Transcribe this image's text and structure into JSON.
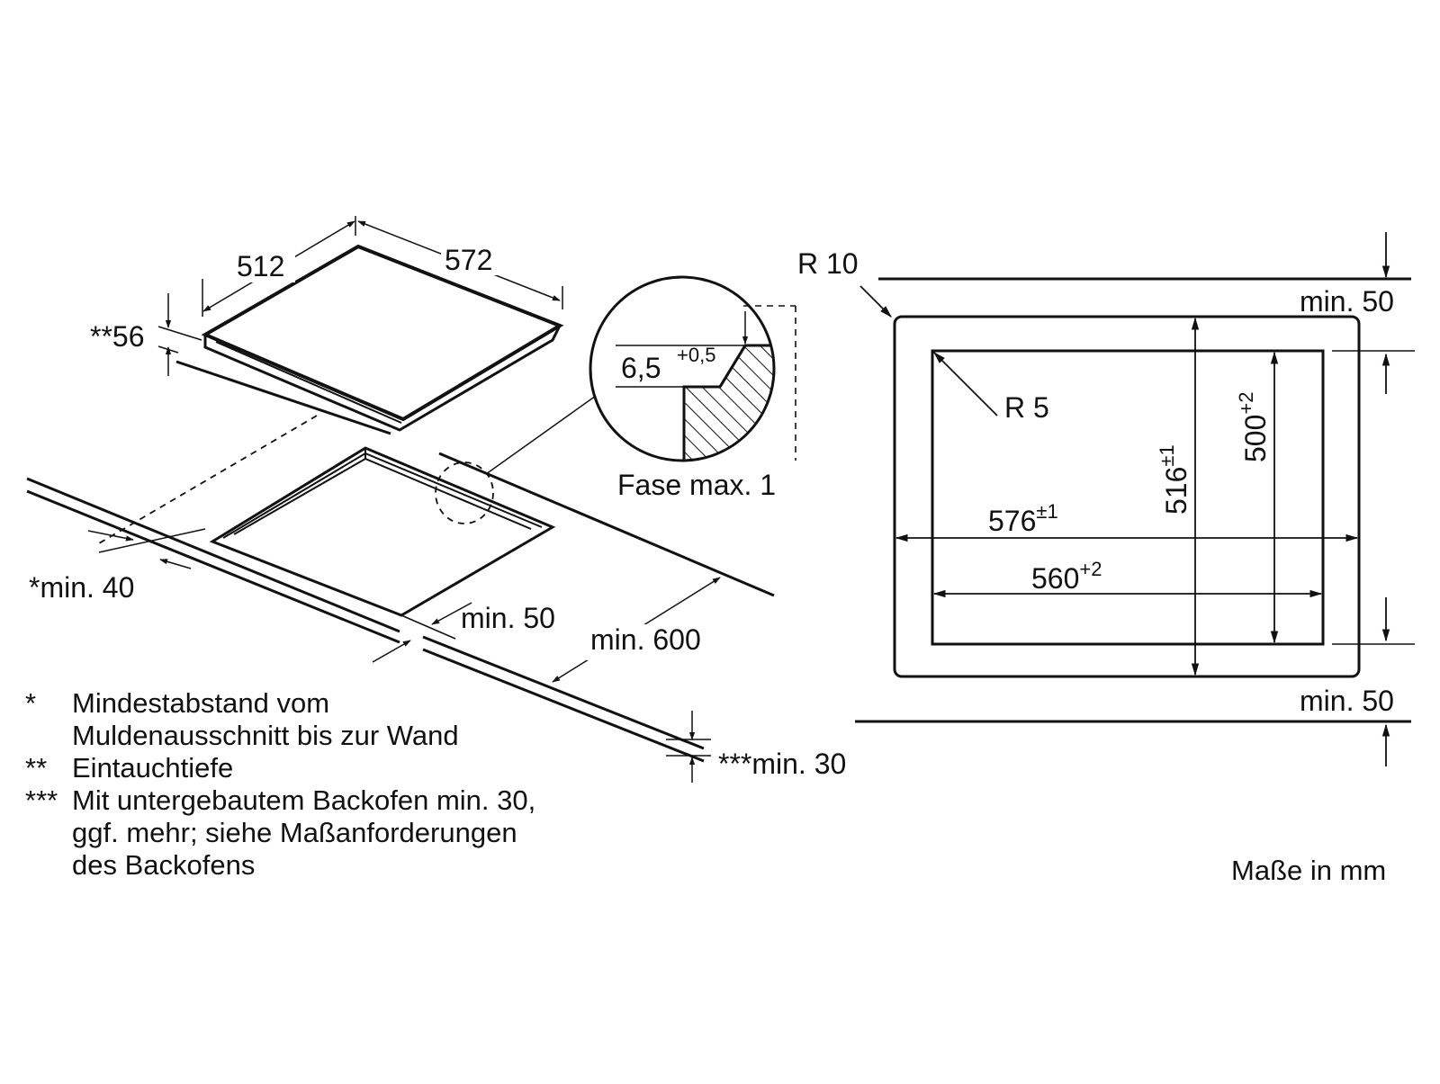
{
  "colors": {
    "ink": "#111111",
    "paper": "#ffffff"
  },
  "iso": {
    "depth": "512",
    "width": "572",
    "immersion": "**56",
    "wall_min": "*min. 40",
    "front_min": "min. 50",
    "worktop_min": "min. 600",
    "below_min": "***min. 30"
  },
  "detail": {
    "thickness": "6,5",
    "thickness_tol": "+0,5",
    "bevel": "Fase max. 1"
  },
  "cutout": {
    "corner_outer": "R 10",
    "corner_inner": "R 5",
    "outer_width": "576",
    "outer_width_tol": "±1",
    "inner_width": "560",
    "inner_width_tol": "+2",
    "outer_depth": "516",
    "outer_depth_tol": "±1",
    "inner_depth": "500",
    "inner_depth_tol": "+2",
    "top_min": "min. 50",
    "bottom_min": "min. 50"
  },
  "notes": [
    {
      "mark": "*",
      "lines": [
        "Mindestabstand vom",
        "Muldenausschnitt bis zur Wand"
      ]
    },
    {
      "mark": "**",
      "lines": [
        "Eintauchtiefe"
      ]
    },
    {
      "mark": "***",
      "lines": [
        "Mit untergebautem Backofen min. 30,",
        "ggf. mehr; siehe Maßanforderungen",
        "des Backofens"
      ]
    }
  ],
  "units": "Maße in mm"
}
